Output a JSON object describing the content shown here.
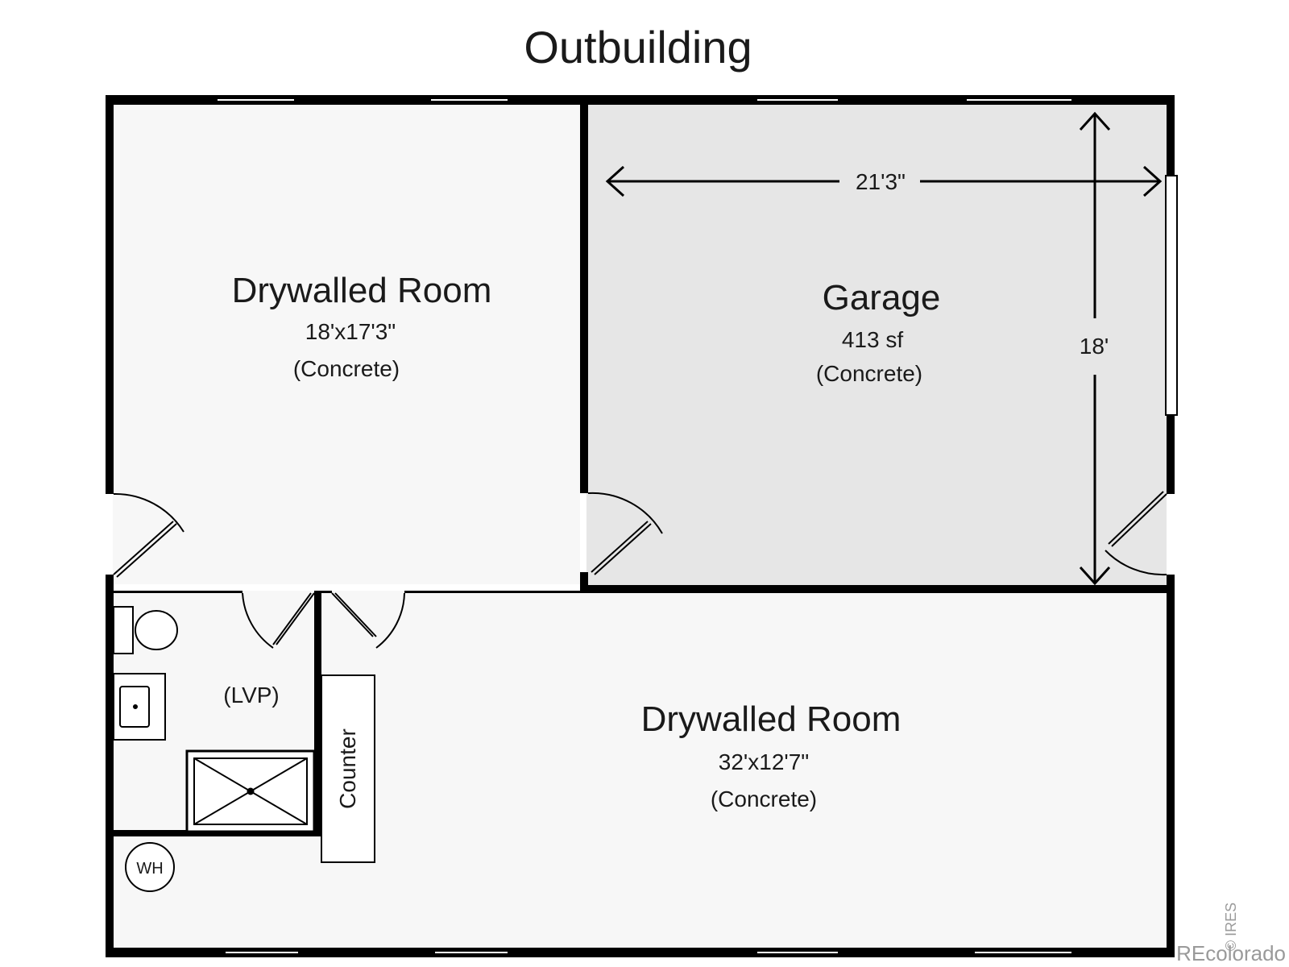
{
  "title": "Outbuilding",
  "rooms": {
    "room_upper_left": {
      "name": "Drywalled Room",
      "size": "18'x17'3\"",
      "floor": "(Concrete)"
    },
    "garage": {
      "name": "Garage",
      "area": "413 sf",
      "floor": "(Concrete)"
    },
    "bath": {
      "floor": "(LVP)"
    },
    "room_lower": {
      "name": "Drywalled Room",
      "size": "32'x12'7\"",
      "floor": "(Concrete)"
    }
  },
  "dimensions": {
    "garage_width": "21'3\"",
    "garage_depth": "18'"
  },
  "fixtures": {
    "counter": "Counter",
    "water_heater": "WH"
  },
  "watermark": {
    "brand": "REcolorado",
    "vertical": "© IRES"
  },
  "colors": {
    "wall": "#000000",
    "room": "#f7f7f7",
    "garage": "#e6e6e6"
  }
}
